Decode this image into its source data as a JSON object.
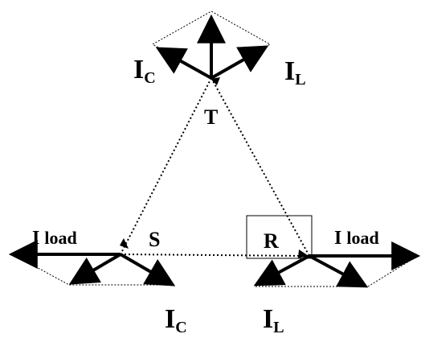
{
  "labels": {
    "ic_top_main": "I",
    "ic_top_sub": "C",
    "il_top_main": "I",
    "il_top_sub": "L",
    "t": "T",
    "s": "S",
    "r": "R",
    "iload_left_main": "I",
    "iload_left_sub": "load",
    "iload_right_main": "I",
    "iload_right_sub": "load",
    "ic_bottom_main": "I",
    "ic_bottom_sub": "C",
    "il_bottom_main": "I",
    "il_bottom_sub": "L"
  },
  "colors": {
    "ink": "#000000",
    "background": "#ffffff"
  }
}
